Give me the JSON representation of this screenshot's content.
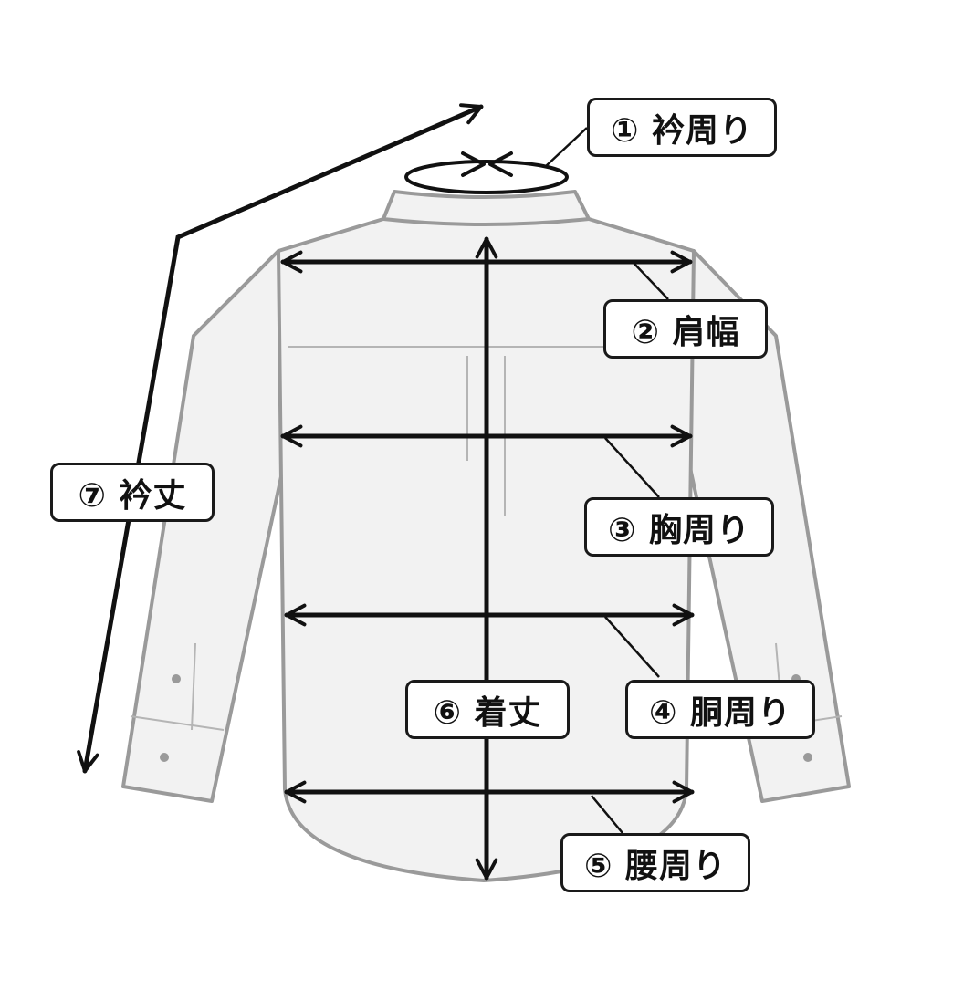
{
  "labels": {
    "collar": "① 衿周り",
    "shoulder": "② 肩幅",
    "chest": "③ 胸周り",
    "waist": "④ 胴周り",
    "hem": "⑤ 腰周り",
    "length": "⑥ 着丈",
    "sleeve": "⑦ 衿丈"
  },
  "colors": {
    "arrow": "#111111",
    "shirt_fill": "#f2f2f2",
    "shirt_outline": "#9a9a9a",
    "label_border": "#1a1a1a"
  },
  "icons": {
    "measure_arrow": "double-headed-arrow-icon",
    "collar_arrow": "collar-arrows-icon"
  }
}
